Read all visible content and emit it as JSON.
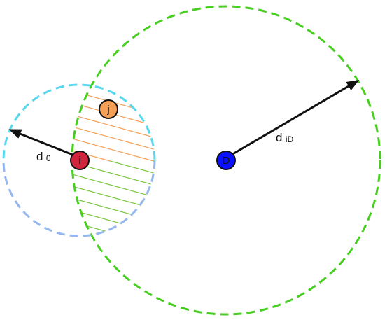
{
  "nodes": {
    "i": {
      "label": "i",
      "color": "#d0253d"
    },
    "j": {
      "label": "j",
      "color": "#f4a157"
    },
    "D": {
      "label": "D",
      "color": "#0b11ff"
    }
  },
  "labels": {
    "d0": {
      "main": "d",
      "sub": "0"
    },
    "diD": {
      "main": "d",
      "sub": "iD"
    }
  },
  "colors": {
    "small_circle": "#58d8ee",
    "small_circle_lower": "#95b7f0",
    "large_circle": "#46cf1f",
    "hatch_upper": "#f4a157",
    "hatch_lower": "#79c63c",
    "arrow": "#111111"
  }
}
